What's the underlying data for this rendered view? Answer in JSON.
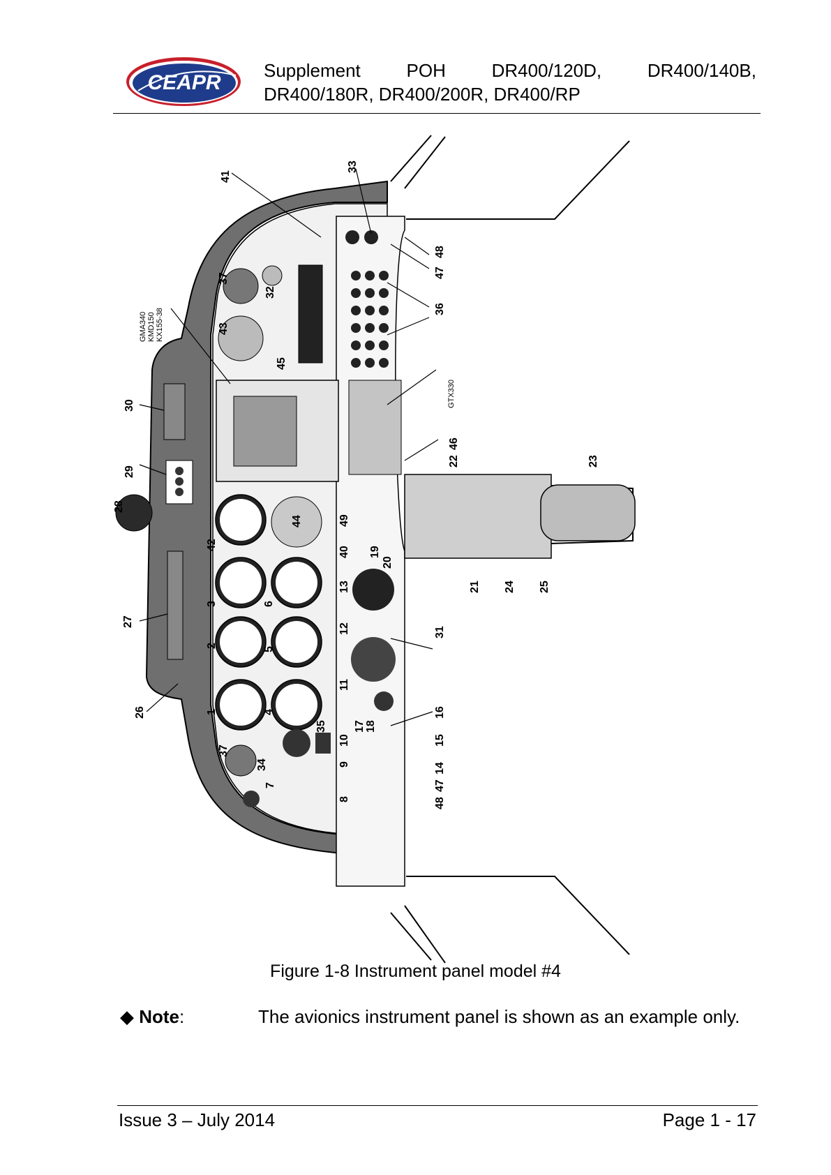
{
  "header": {
    "logo_text": "CEAPR",
    "title_line1": [
      "Supplement",
      "POH",
      "DR400/120D,",
      "DR400/140B,"
    ],
    "title_line2": "DR400/180R, DR400/200R, DR400/RP"
  },
  "figure": {
    "caption": "Figure 1-8 Instrument panel model #4",
    "callouts": [
      "1",
      "2",
      "3",
      "4",
      "5",
      "6",
      "7",
      "8",
      "9",
      "10",
      "11",
      "12",
      "13",
      "14",
      "15",
      "16",
      "17",
      "18",
      "19",
      "20",
      "21",
      "22",
      "23",
      "24",
      "25",
      "26",
      "27",
      "28",
      "29",
      "30",
      "31",
      "32",
      "33",
      "34",
      "35",
      "36",
      "37",
      "37",
      "40",
      "41",
      "42",
      "43",
      "44",
      "45",
      "46",
      "47",
      "47",
      "48",
      "48",
      "49"
    ],
    "labels": {
      "gma_stack": [
        "GMA340",
        "KMD150",
        "KX155-38"
      ],
      "transponder": "GTX330"
    }
  },
  "note": {
    "label": "Note",
    "colon": ":",
    "text": "The avionics instrument panel is shown as an example only."
  },
  "footer": {
    "issue": "Issue 3 – July 2014",
    "page": "Page 1 - 17"
  }
}
